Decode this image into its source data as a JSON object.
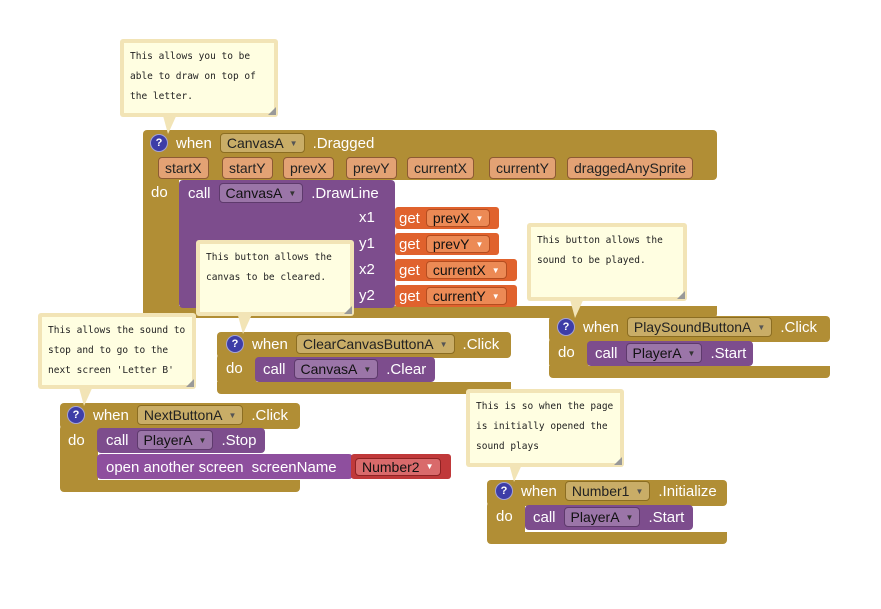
{
  "kw": {
    "when": "when",
    "do": "do",
    "call": "call",
    "get": "get",
    "open_screen": "open another screen",
    "screen_name": "screenName"
  },
  "comments": {
    "dragged": "This allows you to be able to draw on top of the letter.",
    "clear": "This button allows the canvas to be cleared.",
    "sound": "This button allows the sound to be played.",
    "next": "This allows the sound to stop and to go to the next screen 'Letter B'",
    "init": "This is so when the page is initially opened the sound plays"
  },
  "dragged": {
    "component": "CanvasA",
    "event": ".Dragged",
    "params": [
      "startX",
      "startY",
      "prevX",
      "prevY",
      "currentX",
      "currentY",
      "draggedAnySprite"
    ],
    "call_component": "CanvasA",
    "call_method": ".DrawLine",
    "args": [
      {
        "label": "x1",
        "value": "prevX"
      },
      {
        "label": "y1",
        "value": "prevY"
      },
      {
        "label": "x2",
        "value": "currentX"
      },
      {
        "label": "y2",
        "value": "currentY"
      }
    ]
  },
  "clear": {
    "component": "ClearCanvasButtonA",
    "event": ".Click",
    "call_component": "CanvasA",
    "call_method": ".Clear"
  },
  "sound": {
    "component": "PlaySoundButtonA",
    "event": ".Click",
    "call_component": "PlayerA",
    "call_method": ".Start"
  },
  "next": {
    "component": "NextButtonA",
    "event": ".Click",
    "call_component": "PlayerA",
    "call_method": ".Stop",
    "screen_value": "Number2"
  },
  "init": {
    "component": "Number1",
    "event": ".Initialize",
    "call_component": "PlayerA",
    "call_method": ".Start"
  },
  "icons": {
    "help": "?",
    "dropdown": "▼"
  }
}
